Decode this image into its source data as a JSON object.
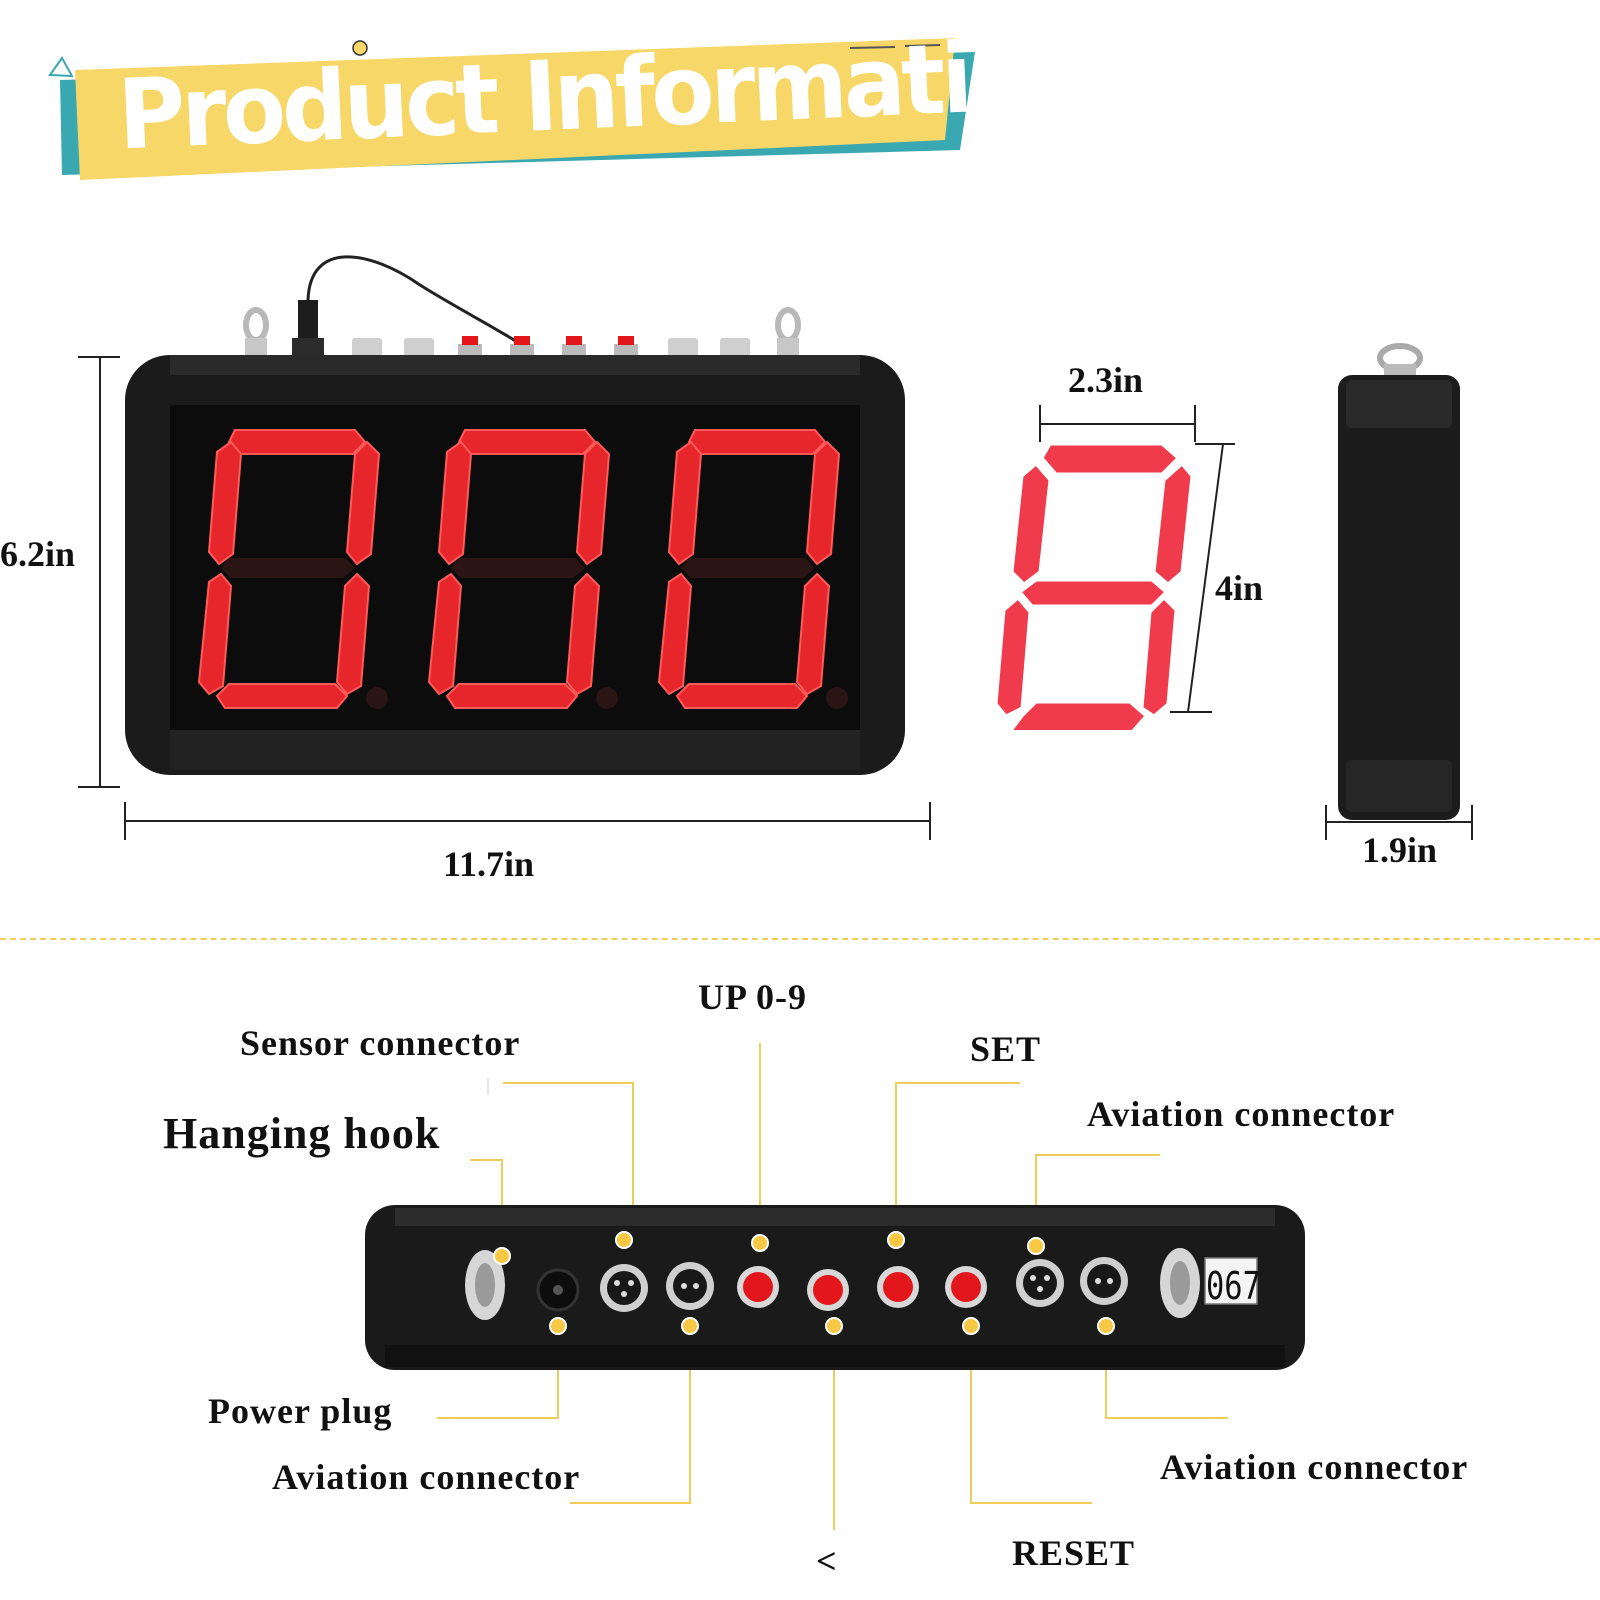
{
  "banner": {
    "title": "Product Information"
  },
  "dimensions": {
    "height": "6.2in",
    "width": "11.7in",
    "digit_width": "2.3in",
    "digit_height": "4in",
    "depth": "1.9in"
  },
  "colors": {
    "banner_yellow": "#f7d768",
    "banner_teal": "#3aa8b0",
    "led_red": "#e6262b",
    "leader_yellow": "#f0cd5a"
  },
  "callouts": {
    "sensor_connector": "Sensor connector",
    "up": "UP 0-9",
    "set": "SET",
    "aviation_connector_top": "Aviation connector",
    "hanging_hook": "Hanging hook",
    "power_plug": "Power plug",
    "aviation_connector_left": "Aviation connector",
    "aviation_connector_right": "Aviation connector",
    "left_arrow": "<",
    "reset": "RESET"
  },
  "device_label": "067"
}
